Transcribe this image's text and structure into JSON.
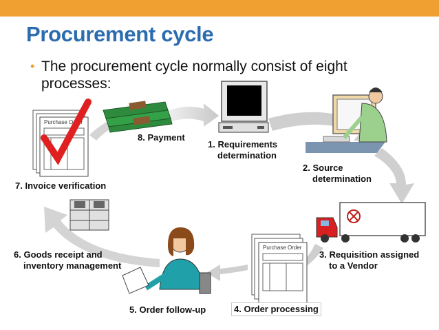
{
  "slide": {
    "title": "Procurement cycle",
    "bullet": "The procurement cycle normally consist of eight processes:",
    "accent_color": "#f0a030",
    "title_color": "#2b6cb0"
  },
  "steps": [
    {
      "line1": "1. Requirements",
      "line2": "determination",
      "icon": "computer-icon"
    },
    {
      "line1": "2. Source",
      "line2": "determination",
      "icon": "computer-user-icon"
    },
    {
      "line1": "3. Requisition assigned",
      "line2": "to a Vendor",
      "icon": "delivery-truck-icon"
    },
    {
      "line1": "4. Order processing",
      "icon": "purchase-order-icon"
    },
    {
      "line1": "5. Order follow-up",
      "icon": "call-center-agent-icon"
    },
    {
      "line1": "6. Goods receipt and",
      "line2": "inventory management",
      "icon": "shelving-icon"
    },
    {
      "line1": "7. Invoice verification",
      "icon": "checked-purchase-order-icon"
    },
    {
      "line1": "8. Payment",
      "icon": "money-stack-icon"
    }
  ],
  "doc_label": "Purchase Order"
}
